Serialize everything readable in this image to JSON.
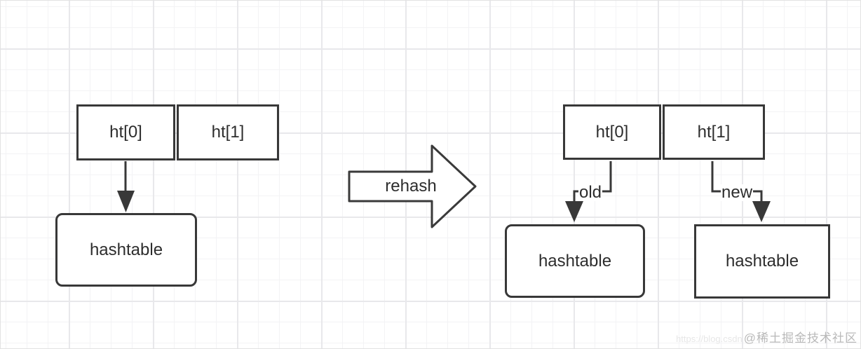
{
  "diagram": {
    "before": {
      "array_cells": {
        "ht0": "ht[0]",
        "ht1": "ht[1]"
      },
      "hashtable_label": "hashtable"
    },
    "transition": {
      "label": "rehash"
    },
    "after": {
      "array_cells": {
        "ht0": "ht[0]",
        "ht1": "ht[1]"
      },
      "old_label": "old",
      "new_label": "new",
      "old_hashtable_label": "hashtable",
      "new_hashtable_label": "hashtable"
    },
    "colors": {
      "stroke": "#383838",
      "text": "#2d2d2d",
      "background": "#ffffff",
      "grid_minor": "#f3f3f5",
      "grid_major": "#e8e8eb",
      "watermark_faint": "#e7e7e7",
      "watermark": "#b9b9b9"
    }
  },
  "watermark": {
    "faint_url": "https://blog.csdn",
    "community": "@稀土掘金技术社区"
  }
}
